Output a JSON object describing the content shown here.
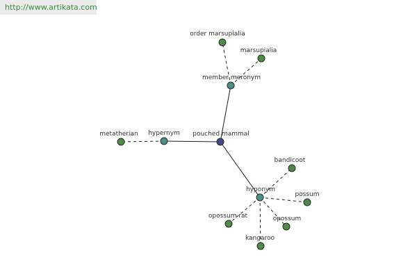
{
  "banner": {
    "url": "http://www.artikata.com"
  },
  "colors": {
    "center": "#3f4a8f",
    "relation": "#4f8f8a",
    "leaf": "#4f8a4a"
  },
  "graph": {
    "nodes": [
      {
        "id": "pouched-mammal",
        "label": "pouched mammal",
        "kind": "center"
      },
      {
        "id": "hypernym",
        "label": "hypernym",
        "kind": "relation"
      },
      {
        "id": "member-meronym",
        "label": "member meronym",
        "kind": "relation"
      },
      {
        "id": "hyponym",
        "label": "hyponym",
        "kind": "relation"
      },
      {
        "id": "metatherian",
        "label": "metatherian",
        "kind": "leaf"
      },
      {
        "id": "order-marsupialia",
        "label": "order marsupialia",
        "kind": "leaf"
      },
      {
        "id": "marsupialia",
        "label": "marsupialia",
        "kind": "leaf"
      },
      {
        "id": "bandicoot",
        "label": "bandicoot",
        "kind": "leaf"
      },
      {
        "id": "possum",
        "label": "possum",
        "kind": "leaf"
      },
      {
        "id": "opossum",
        "label": "opossum",
        "kind": "leaf"
      },
      {
        "id": "kangaroo",
        "label": "kangaroo",
        "kind": "leaf"
      },
      {
        "id": "opossum-rat",
        "label": "opossum rat",
        "kind": "leaf"
      }
    ],
    "edges": [
      {
        "from": "pouched-mammal",
        "to": "hypernym",
        "style": "solid"
      },
      {
        "from": "pouched-mammal",
        "to": "member-meronym",
        "style": "solid"
      },
      {
        "from": "pouched-mammal",
        "to": "hyponym",
        "style": "solid"
      },
      {
        "from": "hypernym",
        "to": "metatherian",
        "style": "dashed"
      },
      {
        "from": "member-meronym",
        "to": "order-marsupialia",
        "style": "dashed"
      },
      {
        "from": "member-meronym",
        "to": "marsupialia",
        "style": "dashed"
      },
      {
        "from": "hyponym",
        "to": "bandicoot",
        "style": "dashed"
      },
      {
        "from": "hyponym",
        "to": "possum",
        "style": "dashed"
      },
      {
        "from": "hyponym",
        "to": "opossum",
        "style": "dashed"
      },
      {
        "from": "hyponym",
        "to": "kangaroo",
        "style": "dashed"
      },
      {
        "from": "hyponym",
        "to": "opossum-rat",
        "style": "dashed"
      }
    ]
  }
}
